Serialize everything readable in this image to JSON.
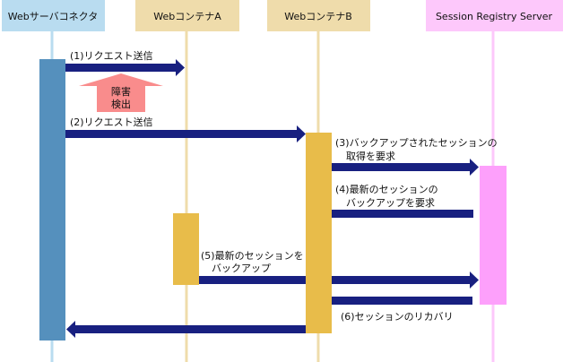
{
  "participants": [
    {
      "label": "Webサーバコネクタ",
      "color": "#b9dcf0",
      "line": "#b9dcf0",
      "activation": "#5590bd"
    },
    {
      "label": "WebコンテナA",
      "color": "#efdcab",
      "line": "#efdcab",
      "activation": "#e8bc4a"
    },
    {
      "label": "WebコンテナB",
      "color": "#efdcab",
      "line": "#efdcab",
      "activation": "#e8bc4a"
    },
    {
      "label": "Session Registry Server",
      "color": "#fdc8fb",
      "line": "#fdc8fb",
      "activation": "#fda0fb"
    }
  ],
  "messages": [
    {
      "line1": "(1)リクエスト送信"
    },
    {
      "line1": "(2)リクエスト送信"
    },
    {
      "line1": "(3)バックアップされたセッションの",
      "line2": "取得を要求"
    },
    {
      "line1": "(4)最新のセッションの",
      "line2": "バックアップを要求"
    },
    {
      "line1": "(5)最新のセッションを",
      "line2": "バックアップ"
    },
    {
      "line1": "(6)セッションのリカバリ"
    }
  ],
  "failure_marker": {
    "line1": "障害",
    "line2": "検出",
    "color": "#f98c8c"
  },
  "arrow_color": "#182080"
}
